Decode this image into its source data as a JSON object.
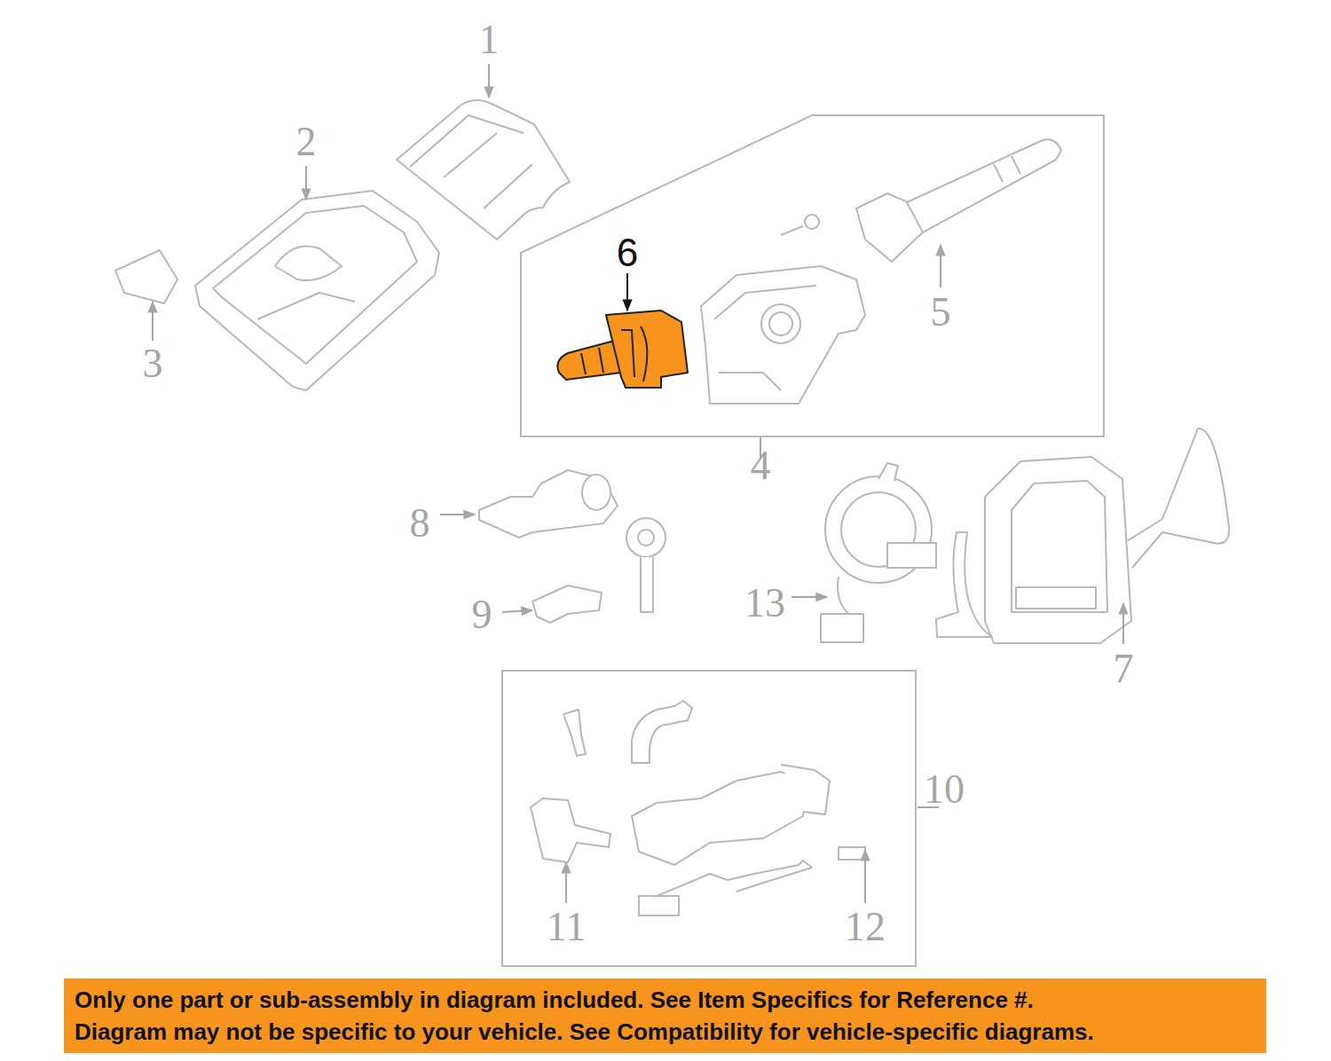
{
  "diagram": {
    "nodes": [
      {
        "text": [
          "4"
        ]
      },
      {
        "text": [
          "10"
        ]
      },
      {
        "text": [
          "Only one part or sub-assembly in diagram included. See Item Specifics for Reference #.",
          "Diagram may not be specific to your vehicle. See Compatibility for vehicle-specific diagrams."
        ]
      }
    ],
    "labels": [
      "1",
      "2",
      "6",
      "5",
      "3",
      "8",
      "9",
      "13",
      "7",
      "11",
      "12"
    ]
  }
}
